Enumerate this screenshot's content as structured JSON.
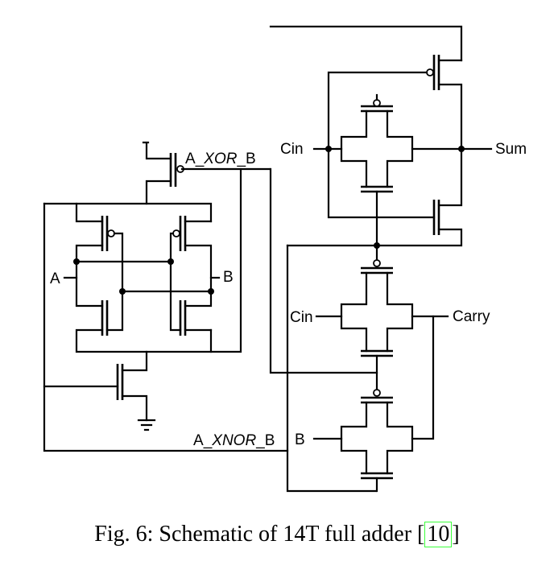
{
  "labels": {
    "a_xor_b": {
      "a": "A",
      "op": "XOR",
      "b": "B"
    },
    "a_xnor_b": {
      "a": "A",
      "op": "XNOR",
      "b": "B"
    },
    "a": "A",
    "b_left": "B",
    "b_carry": "B",
    "cin_sum": "Cin",
    "cin_carry": "Cin",
    "sum": "Sum",
    "carry": "Carry"
  },
  "caption": {
    "text": "Fig. 6: Schematic of 14T full adder [",
    "ref": "10",
    "close": "]"
  },
  "colors": {
    "ink": "#000000",
    "link_box": "#3cff3c"
  }
}
